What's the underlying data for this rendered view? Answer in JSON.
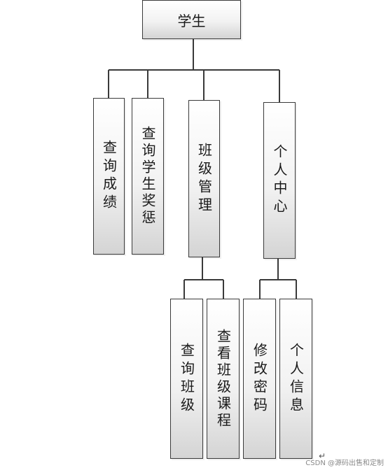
{
  "diagram": {
    "root": {
      "label": "学生"
    },
    "level1": [
      {
        "label": "查询成绩"
      },
      {
        "label": "查询学生奖惩"
      },
      {
        "label": "班级管理"
      },
      {
        "label": "个人中心"
      }
    ],
    "class_children": [
      {
        "label": "查询班级"
      },
      {
        "label": "查看班级课程"
      }
    ],
    "center_children": [
      {
        "label": "修改密码"
      },
      {
        "label": "个人信息"
      }
    ]
  },
  "colors": {
    "line": "#3a3a3a",
    "box_top": "#ffffff",
    "box_bottom": "#d4d4d4",
    "text": "#1a1a1a"
  },
  "watermark": "CSDN @源码出售和定制",
  "return_mark": "↵"
}
